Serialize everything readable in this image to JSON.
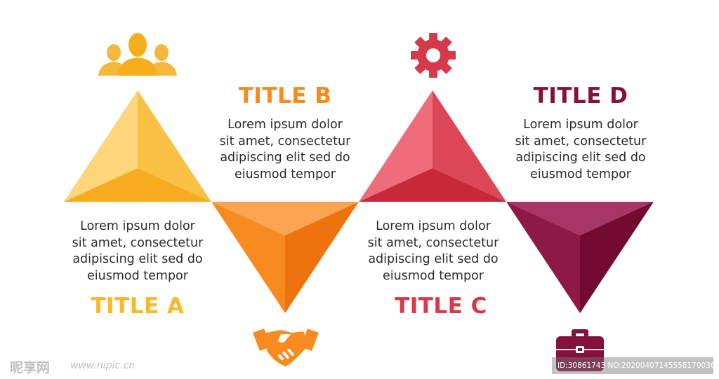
{
  "colors": {
    "yellow": "#F9B826",
    "orange": "#F78B1F",
    "red": "#D63A4A",
    "maroon": "#84103C",
    "body_text": "#2B2B2B"
  },
  "steps": [
    {
      "title": "TITLE A",
      "text": [
        "Lorem ipsum dolor",
        "sit amet, consectetur",
        "adipiscing elit sed do",
        "eiusmod tempor"
      ],
      "icon": "people-group-icon"
    },
    {
      "title": "TITLE B",
      "text": [
        "Lorem ipsum dolor",
        "sit amet, consectetur",
        "adipiscing elit sed do",
        "eiusmod tempor"
      ],
      "icon": "handshake-icon"
    },
    {
      "title": "TITLE C",
      "text": [
        "Lorem ipsum dolor",
        "sit amet, consectetur",
        "adipiscing elit sed do",
        "eiusmod tempor"
      ],
      "icon": "gear-icon"
    },
    {
      "title": "TITLE D",
      "text": [
        "Lorem ipsum dolor",
        "sit amet, consectetur",
        "adipiscing elit sed do",
        "eiusmod tempor"
      ],
      "icon": "briefcase-icon"
    }
  ],
  "watermark": {
    "logo": "昵享网",
    "site": "www.nipic.cn",
    "id_label": "ID:30861743 NO:20200407145558170036"
  }
}
